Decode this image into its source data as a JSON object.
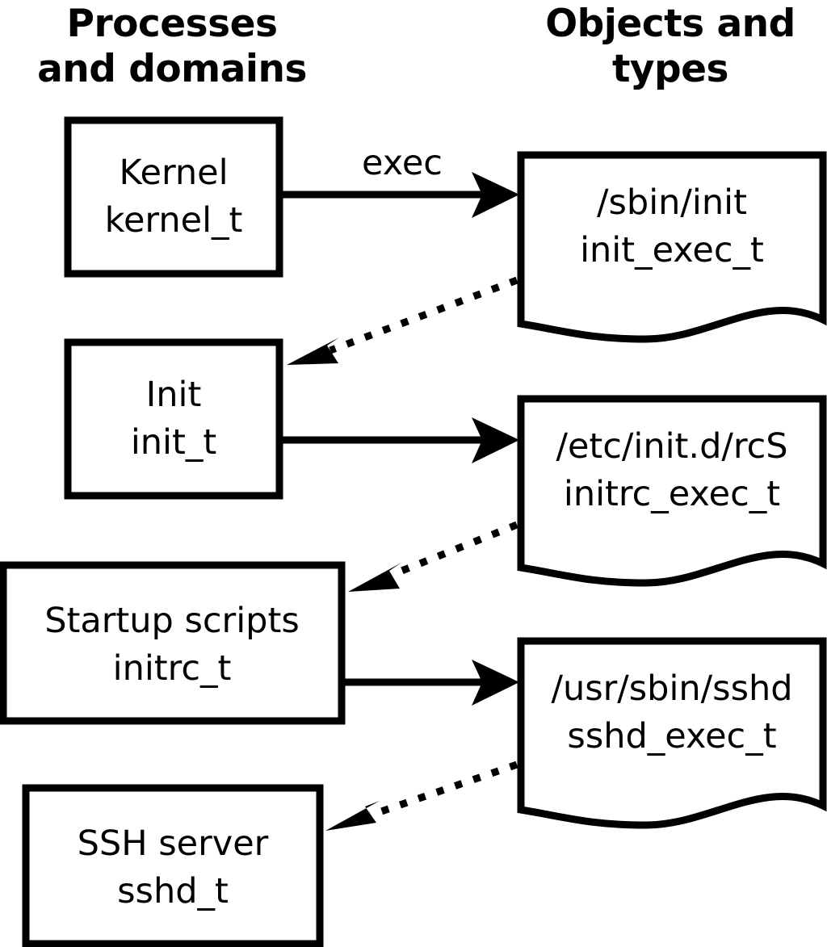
{
  "diagram": {
    "title_implicit": "SELinux process domains and object types transition diagram",
    "background_color": "#ffffff",
    "line_color": "#000000",
    "columns": [
      {
        "id": "left",
        "header_line1": "Processes",
        "header_line2": "and domains"
      },
      {
        "id": "right",
        "header_line1": "Objects and",
        "header_line2": "types"
      }
    ],
    "process_nodes": [
      {
        "id": "kernel",
        "line1": "Kernel",
        "line2": "kernel_t"
      },
      {
        "id": "init",
        "line1": "Init",
        "line2": "init_t"
      },
      {
        "id": "initrc",
        "line1": "Startup scripts",
        "line2": "initrc_t"
      },
      {
        "id": "sshd",
        "line1": "SSH server",
        "line2": "sshd_t"
      }
    ],
    "object_nodes": [
      {
        "id": "init_exec",
        "line1": "/sbin/init",
        "line2": "init_exec_t"
      },
      {
        "id": "initrc_exec",
        "line1": "/etc/init.d/rcS",
        "line2": "initrc_exec_t"
      },
      {
        "id": "sshd_exec",
        "line1": "/usr/sbin/sshd",
        "line2": "sshd_exec_t"
      }
    ],
    "edges": [
      {
        "id": "kernel-exec-init_exec",
        "from": "kernel",
        "to": "init_exec",
        "style": "solid",
        "label": "exec"
      },
      {
        "id": "init_exec-to-init",
        "from": "init_exec",
        "to": "init",
        "style": "dotted",
        "label": ""
      },
      {
        "id": "init-to-initrc_exec",
        "from": "init",
        "to": "initrc_exec",
        "style": "solid",
        "label": ""
      },
      {
        "id": "initrc_exec-to-initrc",
        "from": "initrc_exec",
        "to": "initrc",
        "style": "dotted",
        "label": ""
      },
      {
        "id": "initrc-to-sshd_exec",
        "from": "initrc",
        "to": "sshd_exec",
        "style": "solid",
        "label": ""
      },
      {
        "id": "sshd_exec-to-sshd",
        "from": "sshd_exec",
        "to": "sshd",
        "style": "dotted",
        "label": ""
      }
    ]
  }
}
